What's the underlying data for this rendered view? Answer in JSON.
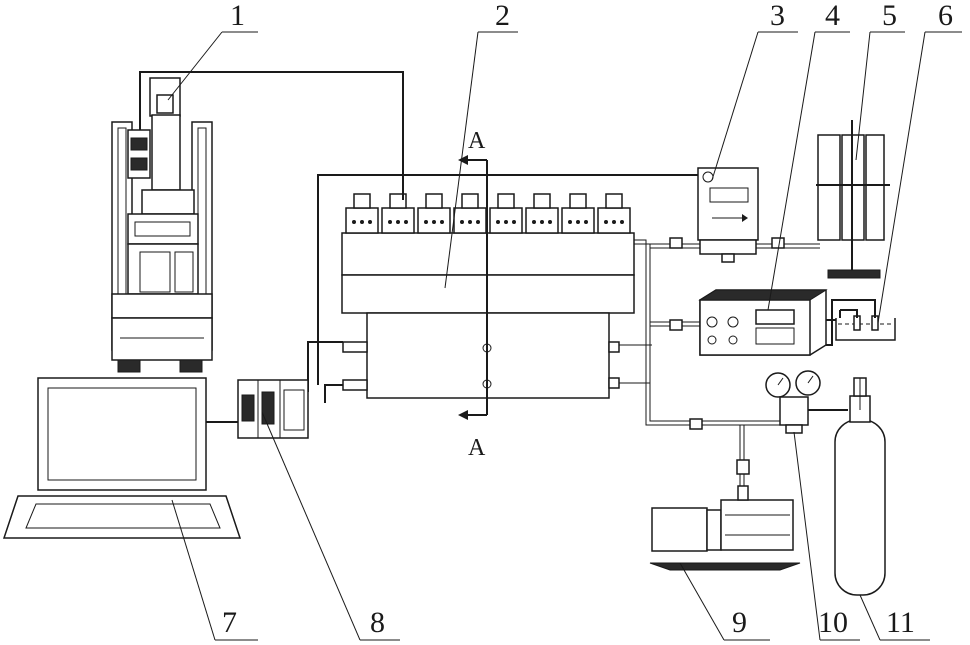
{
  "labels": {
    "n1": "1",
    "n2": "2",
    "n3": "3",
    "n4": "4",
    "n5": "5",
    "n6": "6",
    "n7": "7",
    "n8": "8",
    "n9": "9",
    "n10": "10",
    "n11": "11"
  },
  "section": {
    "top": "A",
    "bottom": "A"
  }
}
